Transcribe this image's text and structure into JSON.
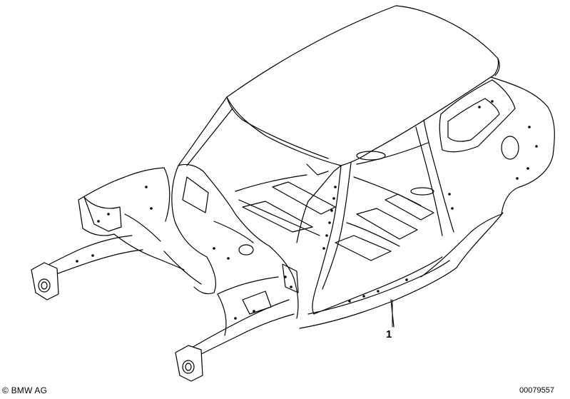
{
  "diagram": {
    "part_callout": "1",
    "copyright": "© BMW AG",
    "document_number": "00079557"
  }
}
